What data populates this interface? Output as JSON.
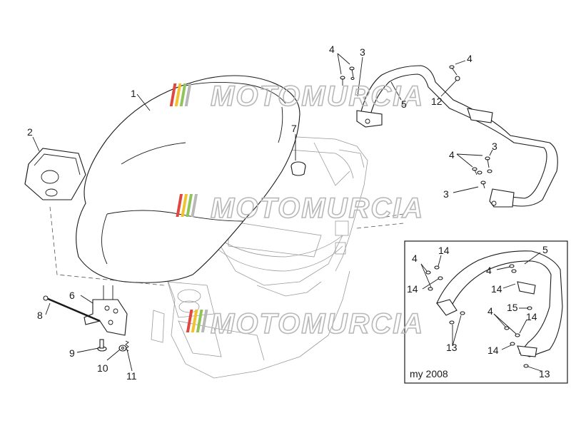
{
  "watermark": {
    "text": "MOTOMURCIA",
    "colors": {
      "red": "#e0473e",
      "yellow": "#f2c12e",
      "green": "#8fc45a",
      "gray": "#b8b8b8"
    }
  },
  "inset": {
    "label": "my 2008"
  },
  "callouts": {
    "c1": "1",
    "c2": "2",
    "c3a": "3",
    "c3b": "3",
    "c3c": "3",
    "c4a": "4",
    "c4b": "4",
    "c4c": "4",
    "c5": "5",
    "c6": "6",
    "c7": "7",
    "c8": "8",
    "c9": "9",
    "c10": "10",
    "c11": "11",
    "c12": "12",
    "i4a": "4",
    "i4b": "4",
    "i4c": "4",
    "i5": "5",
    "i14a": "14",
    "i14b": "14",
    "i14c": "14",
    "i14d": "14",
    "i14e": "14",
    "i13a": "13",
    "i13b": "13",
    "i15": "15"
  }
}
